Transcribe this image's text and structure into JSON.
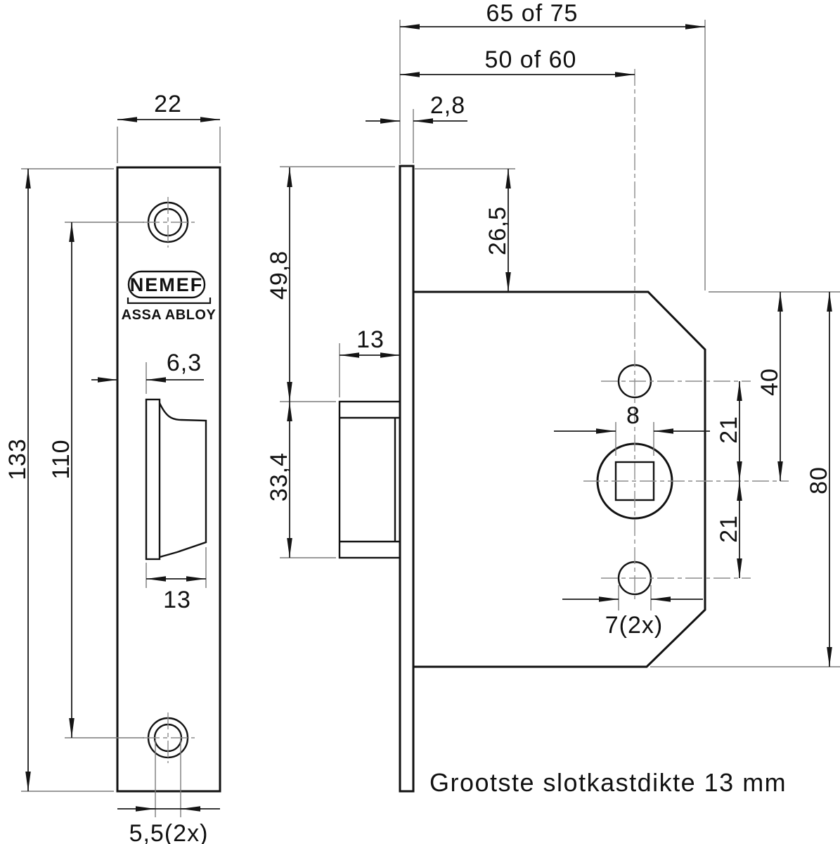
{
  "drawing": {
    "title_note": "Grootste slotkastdikte 13 mm",
    "logo": {
      "brand": "NEMEF",
      "group": "ASSA ABLOY"
    },
    "dims": {
      "plate_width": "22",
      "plate_height": "133",
      "screw_hole_spacing": "110",
      "latch_protrusion": "6,3",
      "latch_width_front": "13",
      "screw_hole_dia": "5,5(2x)",
      "total_depth": "65 of 75",
      "backset": "50 of 60",
      "plate_thickness": "2,8",
      "plate_top_to_latch": "49,8",
      "latch_case_height": "33,4",
      "latch_depth_side": "13",
      "case_top_offset": "26,5",
      "case_top_to_spindle": "40",
      "hole_to_spindle_upper": "21",
      "hole_to_spindle_lower": "21",
      "case_height": "80",
      "spindle_square": "8",
      "case_hole_dia": "7(2x)"
    },
    "colors": {
      "line": "#121212",
      "dimension": "#1c1c1c",
      "extension": "#7a7a7a",
      "background": "#ffffff"
    }
  }
}
